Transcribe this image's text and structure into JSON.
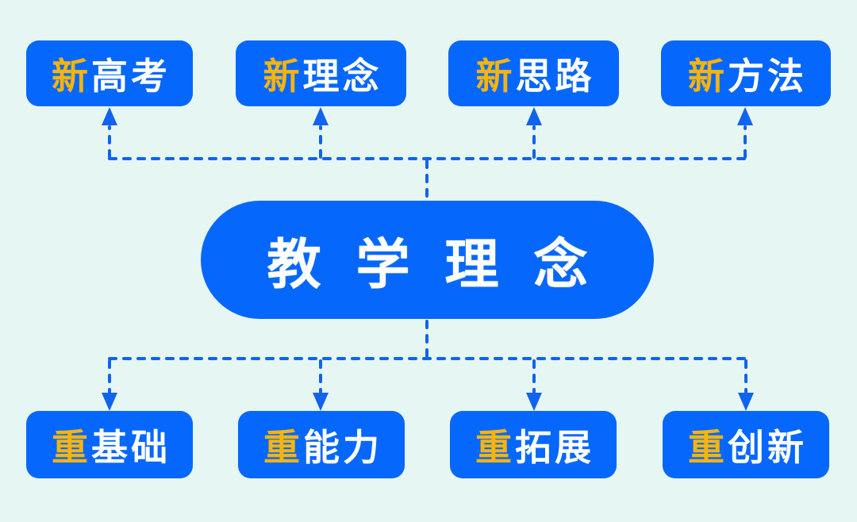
{
  "palette": {
    "node_blue": "#0667FC",
    "connector_blue": "#1063EE",
    "highlight_yellow": "#F6B40E",
    "text_white": "#FFFFFF",
    "background_mint": "#E6F6F2"
  },
  "center_node": {
    "label": "教学理念"
  },
  "top_nodes": [
    {
      "prefix": "新",
      "rest": "高考"
    },
    {
      "prefix": "新",
      "rest": "理念"
    },
    {
      "prefix": "新",
      "rest": "思路"
    },
    {
      "prefix": "新",
      "rest": "方法"
    }
  ],
  "bottom_nodes": [
    {
      "prefix": "重",
      "rest": "基础"
    },
    {
      "prefix": "重",
      "rest": "能力"
    },
    {
      "prefix": "重",
      "rest": "拓展"
    },
    {
      "prefix": "重",
      "rest": "创新"
    }
  ]
}
